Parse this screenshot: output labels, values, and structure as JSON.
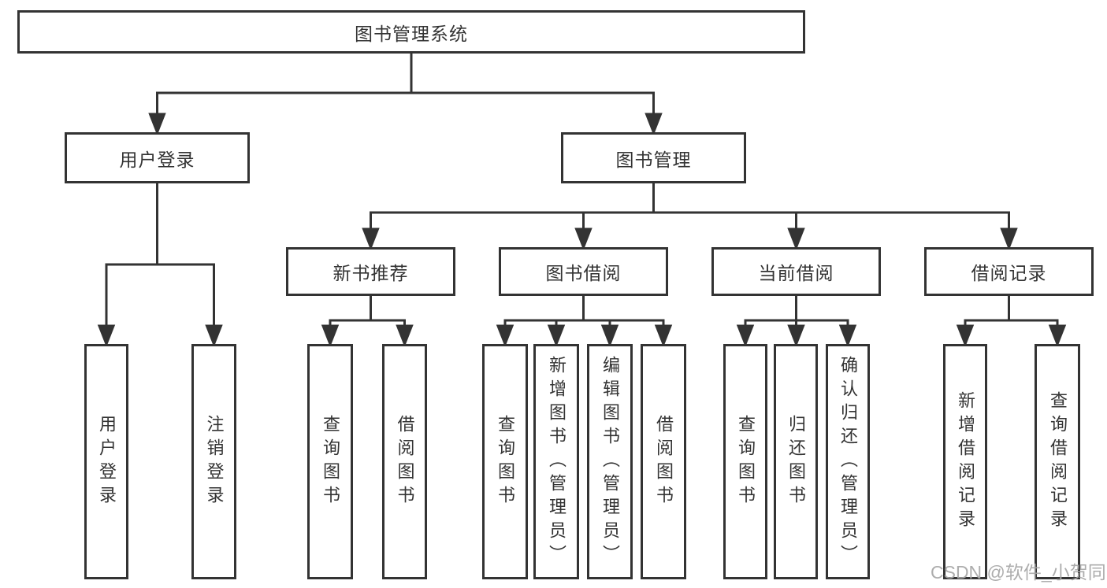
{
  "root": {
    "label": "图书管理系统"
  },
  "level2": [
    {
      "label": "用户登录"
    },
    {
      "label": "图书管理"
    }
  ],
  "level3": [
    {
      "label": "新书推荐"
    },
    {
      "label": "图书借阅"
    },
    {
      "label": "当前借阅"
    },
    {
      "label": "借阅记录"
    }
  ],
  "leaves": {
    "user": [
      "用户登录",
      "注销登录"
    ],
    "newbook": [
      "查询图书",
      "借阅图书"
    ],
    "borrow": [
      "查询图书",
      "新增图书（管理员）",
      "编辑图书（管理员）",
      "借阅图书"
    ],
    "current": [
      "查询图书",
      "归还图书",
      "确认归还（管理员）"
    ],
    "records": [
      "新增借阅记录",
      "查询借阅记录"
    ]
  },
  "watermark": "CSDN @软件_小贺同学",
  "colors": {
    "line": "#333333",
    "box_border": "#333333",
    "text": "#333333",
    "watermark": "#a9a9a9",
    "background": "#ffffff"
  }
}
